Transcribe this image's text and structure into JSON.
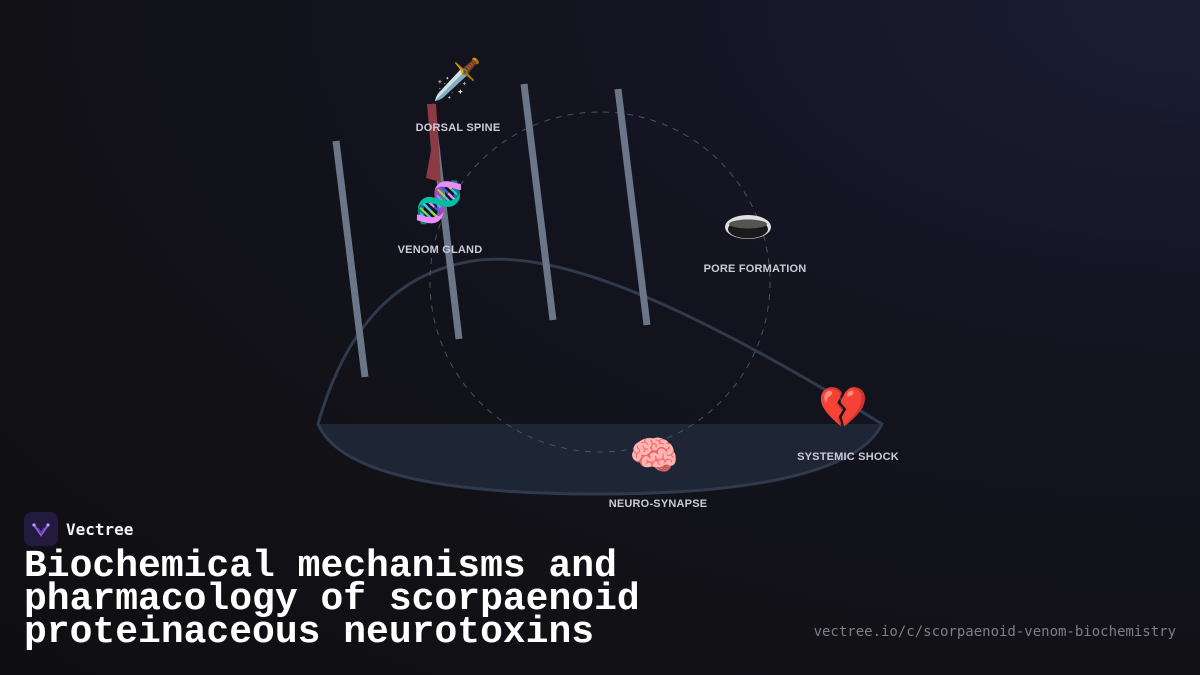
{
  "nodes": {
    "dorsal_spine": {
      "label": "DORSAL SPINE",
      "icon": "dagger-icon",
      "glyph": "🗡️"
    },
    "venom_gland": {
      "label": "VENOM GLAND",
      "icon": "dna-icon",
      "glyph": "🧬"
    },
    "pore_formation": {
      "label": "PORE FORMATION",
      "icon": "pore-hole-icon"
    },
    "systemic_shock": {
      "label": "SYSTEMIC SHOCK",
      "icon": "broken-heart-icon",
      "glyph": "💔"
    },
    "neuro_synapse": {
      "label": "NEURO-SYNAPSE",
      "icon": "brain-icon",
      "glyph": "🧠"
    }
  },
  "brand": {
    "name": "Vectree",
    "logo": "vectree-logo"
  },
  "title": "Biochemical mechanisms and pharmacology of scorpaenoid proteinaceous neurotoxins",
  "url": "vectree.io/c/scorpaenoid-venom-biochemistry",
  "colors": {
    "background": "#111116",
    "body_fill": "#1e2535",
    "body_stroke": "#2f3a4d",
    "spine": "#6b7689",
    "venom_spine": "#8c3b44",
    "accent": "#7a4cc9"
  }
}
